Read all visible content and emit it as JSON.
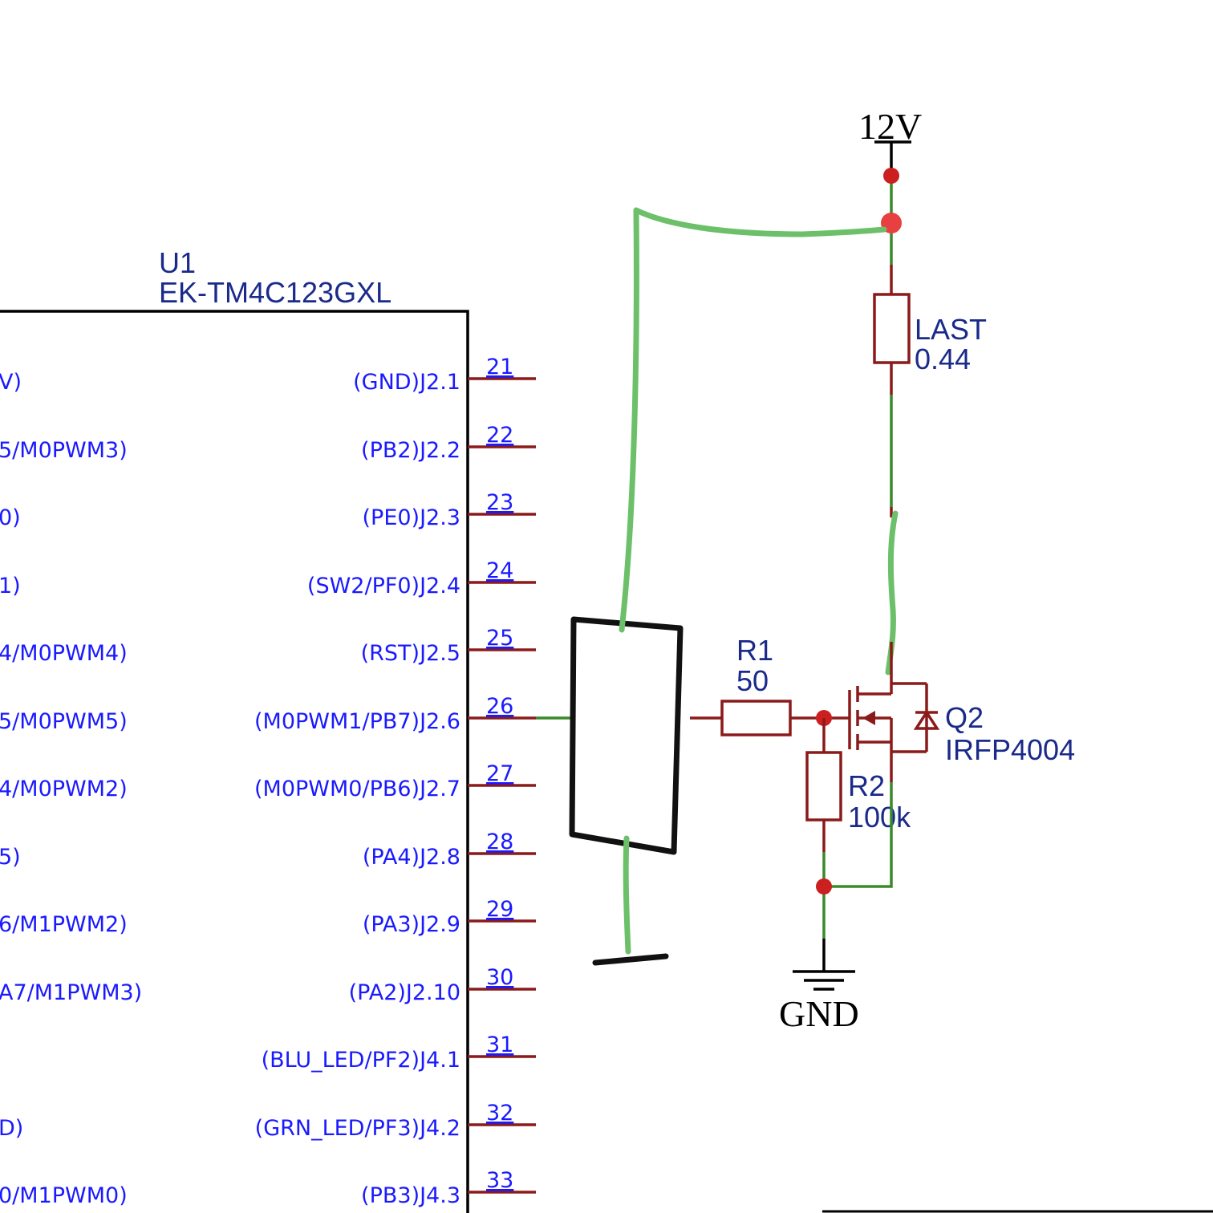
{
  "u1": {
    "ref": "U1",
    "part": "EK-TM4C123GXL",
    "pins": [
      {
        "left_label": "V)",
        "right_label": "(GND)J2.1",
        "num": "21"
      },
      {
        "left_label": "5/M0PWM3)",
        "right_label": "(PB2)J2.2",
        "num": "22"
      },
      {
        "left_label": "0)",
        "right_label": "(PE0)J2.3",
        "num": "23"
      },
      {
        "left_label": "1)",
        "right_label": "(SW2/PF0)J2.4",
        "num": "24"
      },
      {
        "left_label": "4/M0PWM4)",
        "right_label": "(RST)J2.5",
        "num": "25"
      },
      {
        "left_label": "5/M0PWM5)",
        "right_label": "(M0PWM1/PB7)J2.6",
        "num": "26"
      },
      {
        "left_label": "4/M0PWM2)",
        "right_label": "(M0PWM0/PB6)J2.7",
        "num": "27"
      },
      {
        "left_label": "5)",
        "right_label": "(PA4)J2.8",
        "num": "28"
      },
      {
        "left_label": "6/M1PWM2)",
        "right_label": "(PA3)J2.9",
        "num": "29"
      },
      {
        "left_label": "A7/M1PWM3)",
        "right_label": "(PA2)J2.10",
        "num": "30"
      },
      {
        "left_label": "",
        "right_label": "(BLU_LED/PF2)J4.1",
        "num": "31"
      },
      {
        "left_label": "D)",
        "right_label": "(GRN_LED/PF3)J4.2",
        "num": "32"
      },
      {
        "left_label": "0/M1PWM0)",
        "right_label": "(PB3)J4.3",
        "num": "33"
      }
    ]
  },
  "supply": {
    "label": "12V"
  },
  "ground": {
    "label": "GND"
  },
  "load": {
    "ref": "LAST",
    "value": "0.44"
  },
  "r1": {
    "ref": "R1",
    "value": "50"
  },
  "r2": {
    "ref": "R2",
    "value": "100k"
  },
  "q2": {
    "ref": "Q2",
    "part": "IRFP4004"
  },
  "colors": {
    "wire": "#8b1a1a",
    "net_green": "#3a8a2a",
    "handdrawn_green": "#6cc06a",
    "pin_text": "#1a1aff",
    "component_text": "#1a2a8a",
    "junction": "#cc2020"
  }
}
